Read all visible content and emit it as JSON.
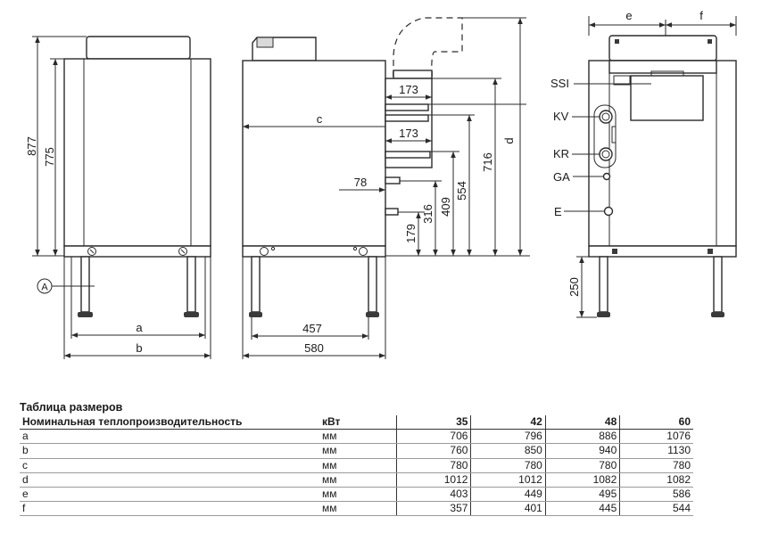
{
  "labels": {
    "front_height_877": "877",
    "front_height_775": "775",
    "callout_a": "A",
    "dim_a": "a",
    "dim_b": "b",
    "side_dim_c": "c",
    "side_dim_d": "d",
    "side_173_top": "173",
    "side_173_mid": "173",
    "side_78": "78",
    "side_716": "716",
    "side_554": "554",
    "side_409": "409",
    "side_316": "316",
    "side_179": "179",
    "side_457": "457",
    "side_580": "580",
    "rear_e": "e",
    "rear_f": "f",
    "rear_ssi": "SSI",
    "rear_kv": "KV",
    "rear_kr": "KR",
    "rear_ga": "GA",
    "rear_e_conn": "E",
    "rear_250": "250"
  },
  "table": {
    "title": "Таблица размеров",
    "header_label": "Номинальная теплопроизводительность",
    "header_unit": "кВт",
    "columns": [
      "35",
      "42",
      "48",
      "60"
    ],
    "rows": [
      {
        "label": "a",
        "unit": "мм",
        "values": [
          "706",
          "796",
          "886",
          "1076"
        ]
      },
      {
        "label": "b",
        "unit": "мм",
        "values": [
          "760",
          "850",
          "940",
          "1130"
        ]
      },
      {
        "label": "c",
        "unit": "мм",
        "values": [
          "780",
          "780",
          "780",
          "780"
        ]
      },
      {
        "label": "d",
        "unit": "мм",
        "values": [
          "1012",
          "1012",
          "1082",
          "1082"
        ]
      },
      {
        "label": "e",
        "unit": "мм",
        "values": [
          "403",
          "449",
          "495",
          "586"
        ]
      },
      {
        "label": "f",
        "unit": "мм",
        "values": [
          "357",
          "401",
          "445",
          "544"
        ]
      }
    ]
  }
}
